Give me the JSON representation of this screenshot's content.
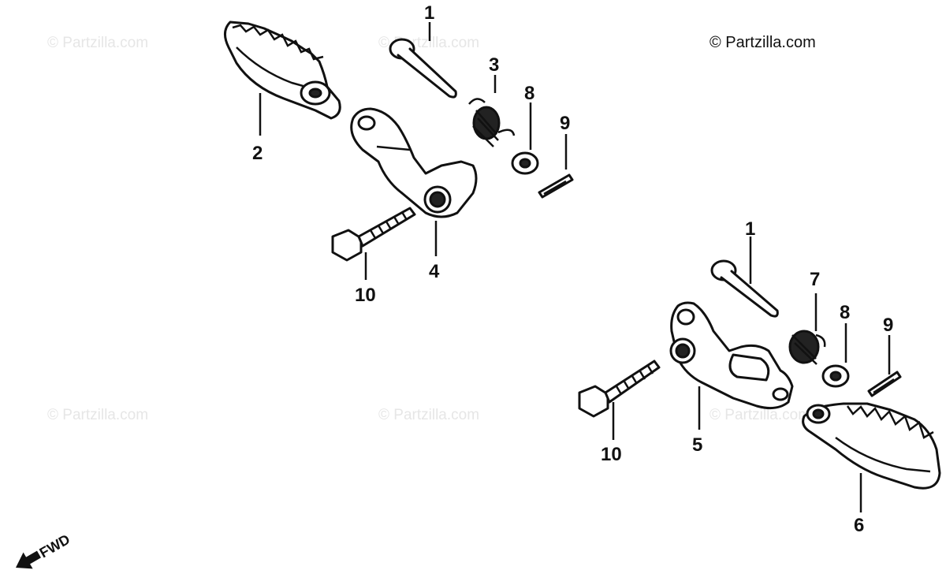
{
  "copyright": "© Partzilla.com",
  "watermark": "© Partzilla.com",
  "fwd_label": "FWD",
  "callouts": {
    "upper": {
      "c1": "1",
      "c2": "2",
      "c3": "3",
      "c4": "4",
      "c8": "8",
      "c9": "9",
      "c10": "10"
    },
    "lower": {
      "c1": "1",
      "c5": "5",
      "c6": "6",
      "c7": "7",
      "c8": "8",
      "c9": "9",
      "c10": "10"
    }
  }
}
